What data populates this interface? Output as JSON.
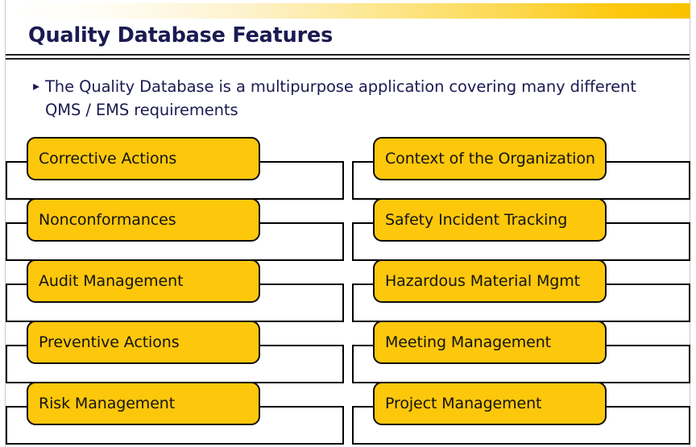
{
  "slide": {
    "title": "Quality Database Features",
    "accent_gradient_start": "#ffffff",
    "accent_gradient_end": "#f9c200",
    "title_color": "#1b1b52",
    "chip_fill": "#fdc70c",
    "chip_border": "#0b0b0b",
    "plate_border": "#000000",
    "body_text_color": "#1b1b52"
  },
  "bullets": [
    {
      "marker": "▸",
      "line1": "The Quality Database is a multipurpose application covering many different",
      "line2": "QMS / EMS requirements"
    }
  ],
  "features": {
    "left_column": [
      {
        "label": "Corrective Actions"
      },
      {
        "label": "Nonconformances"
      },
      {
        "label": "Audit Management"
      },
      {
        "label": "Preventive Actions"
      },
      {
        "label": "Risk Management"
      }
    ],
    "right_column": [
      {
        "label": "Context of the Organization"
      },
      {
        "label": "Safety Incident Tracking"
      },
      {
        "label": "Hazardous Material Mgmt"
      },
      {
        "label": "Meeting Management"
      },
      {
        "label": "Project Management"
      }
    ]
  }
}
